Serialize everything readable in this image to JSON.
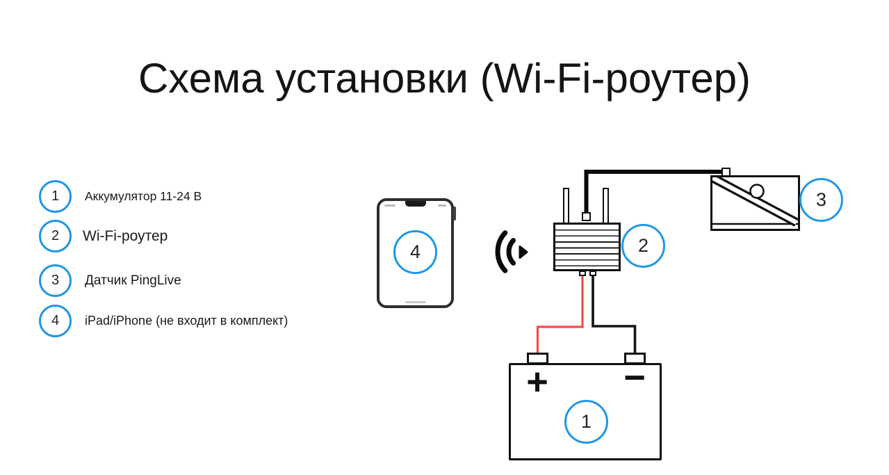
{
  "header": {
    "title": "Схема установки (Wi-Fi-роутер)"
  },
  "legend": {
    "items": [
      {
        "num": "1",
        "label": "Аккумулятор 11-24 В"
      },
      {
        "num": "2",
        "label": "Wi-Fi-роутер"
      },
      {
        "num": "3",
        "label": "Датчик PingLive"
      },
      {
        "num": "4",
        "label": "iPad/iPhone (не входит в комплект)"
      }
    ]
  },
  "diagram": {
    "markers": {
      "battery": "1",
      "router": "2",
      "sensor": "3",
      "tablet": "4"
    },
    "battery": {
      "plus": "+",
      "minus": "−"
    },
    "icons": {
      "wifi": "wifi-signal-icon"
    },
    "colors": {
      "accent_blue": "#1f97e5",
      "wire_red": "#f64b4b",
      "line_black": "#111111"
    }
  }
}
